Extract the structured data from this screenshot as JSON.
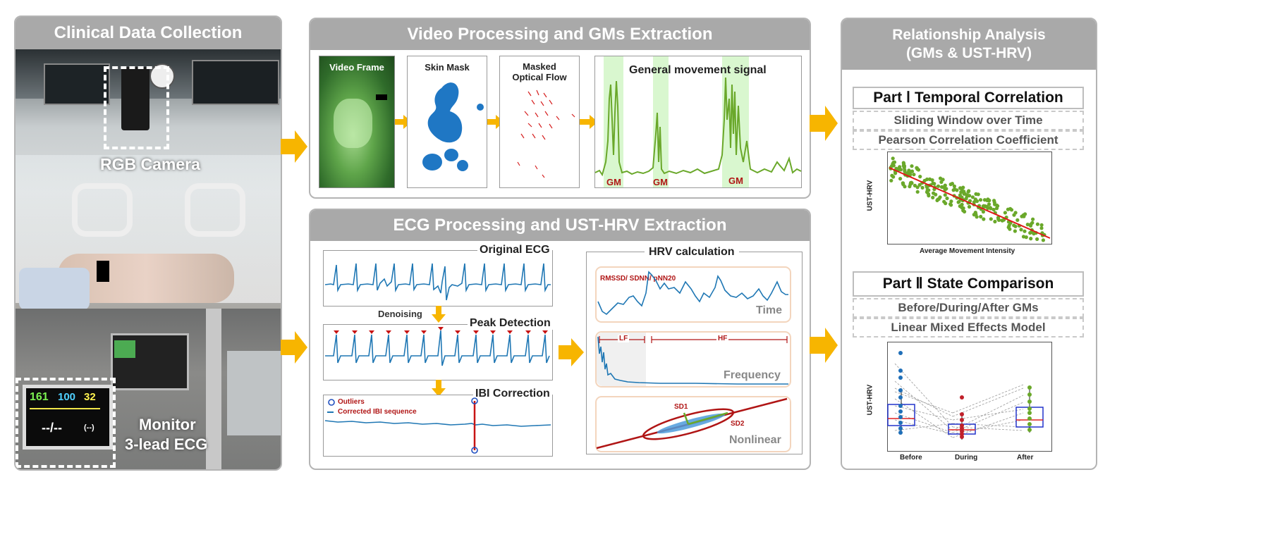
{
  "panels": {
    "clinical": {
      "title": "Clinical Data Collection",
      "rgb_label": "RGB Camera",
      "monitor_label_1": "Monitor",
      "monitor_label_2": "3-lead ECG",
      "monitor_values": {
        "hr": "161",
        "spo2": "100",
        "resp": "32",
        "bp": "--/--",
        "misc": "(--)"
      }
    },
    "video": {
      "title": "Video Processing and GMs Extraction",
      "video_frame": "Video Frame",
      "skin_mask": "Skin Mask",
      "optical_flow_1": "Masked",
      "optical_flow_2": "Optical Flow",
      "gm_signal": "General movement signal",
      "gm_labels": [
        "GM",
        "GM",
        "GM"
      ]
    },
    "ecg": {
      "title": "ECG Processing and UST-HRV Extraction",
      "original_ecg": "Original ECG",
      "denoising": "Denoising",
      "peak_detection": "Peak Detection",
      "ibi_correction": "IBI Correction",
      "legend_outliers": "Outliers",
      "legend_corrected": "Corrected IBI sequence",
      "hrv_calc": "HRV calculation",
      "time_metrics": "RMSSD/ SDNN/ pNN20",
      "time": "Time",
      "lf": "LF",
      "hf": "HF",
      "frequency": "Frequency",
      "sd1": "SD1",
      "sd2": "SD2",
      "nonlinear": "Nonlinear"
    },
    "relation": {
      "title_1": "Relationship Analysis",
      "title_2": "(GMs & UST-HRV)",
      "part1": "Part Ⅰ Temporal Correlation",
      "part1_items": [
        "Sliding Window over Time",
        "Pearson Correlation Coefficient"
      ],
      "scatter_ylabel": "UST-HRV",
      "scatter_xlabel": "Average Movement Intensity",
      "part2": "Part Ⅱ State Comparison",
      "part2_items": [
        "Before/During/After GMs",
        "Linear Mixed Effects Model"
      ],
      "box_ylabel": "UST-HRV",
      "box_categories": [
        "Before",
        "During",
        "After"
      ]
    }
  },
  "colors": {
    "header": "#a9a9a9",
    "arrow": "#f7b500",
    "ecg_blue": "#1f77b4",
    "gm_green": "#6aa82a",
    "dark_red": "#b01515",
    "highlight": "#d9f7cf"
  }
}
